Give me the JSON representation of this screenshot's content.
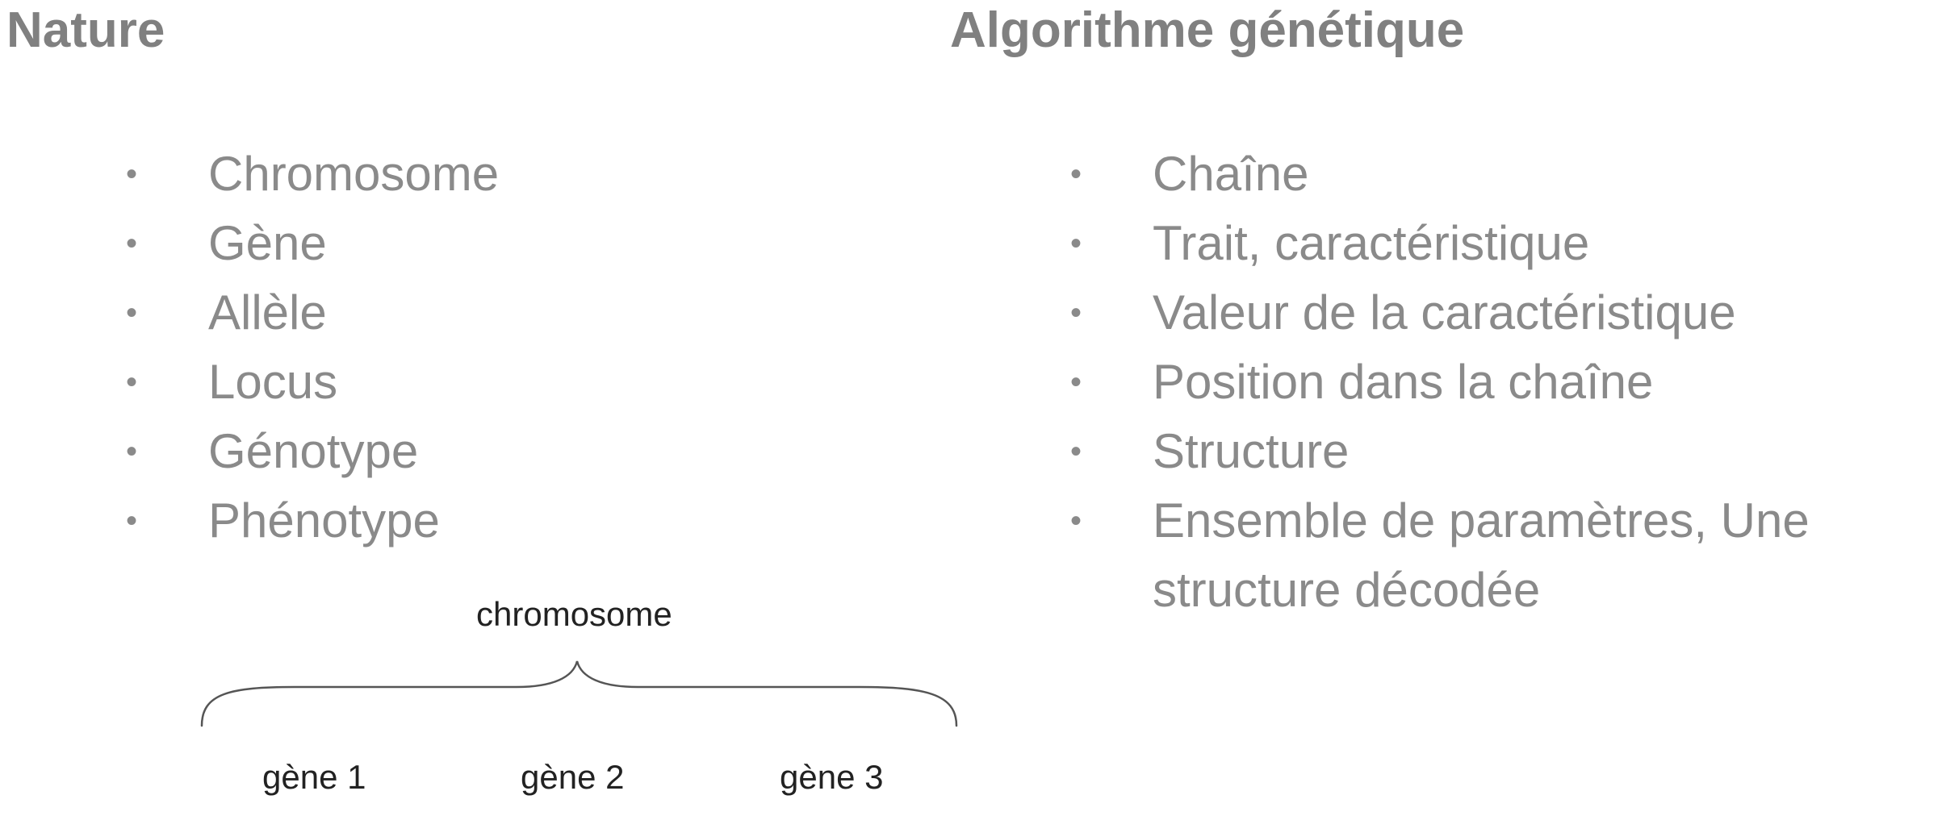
{
  "left_heading": "Nature",
  "right_heading": "Algorithme génétique",
  "nature_items": [
    "Chromosome",
    "Gène",
    "Allèle",
    "Locus",
    "Génotype",
    "Phénotype"
  ],
  "algo_items": [
    "Chaîne",
    "Trait, caractéristique",
    "Valeur de la caractéristique",
    "Position dans la chaîne",
    "Structure",
    "Ensemble de paramètres, Une structure décodée"
  ],
  "diagram": {
    "chromosome_label": "chromosome",
    "genes": [
      "gène 1",
      "gène 2",
      "gène 3"
    ]
  }
}
